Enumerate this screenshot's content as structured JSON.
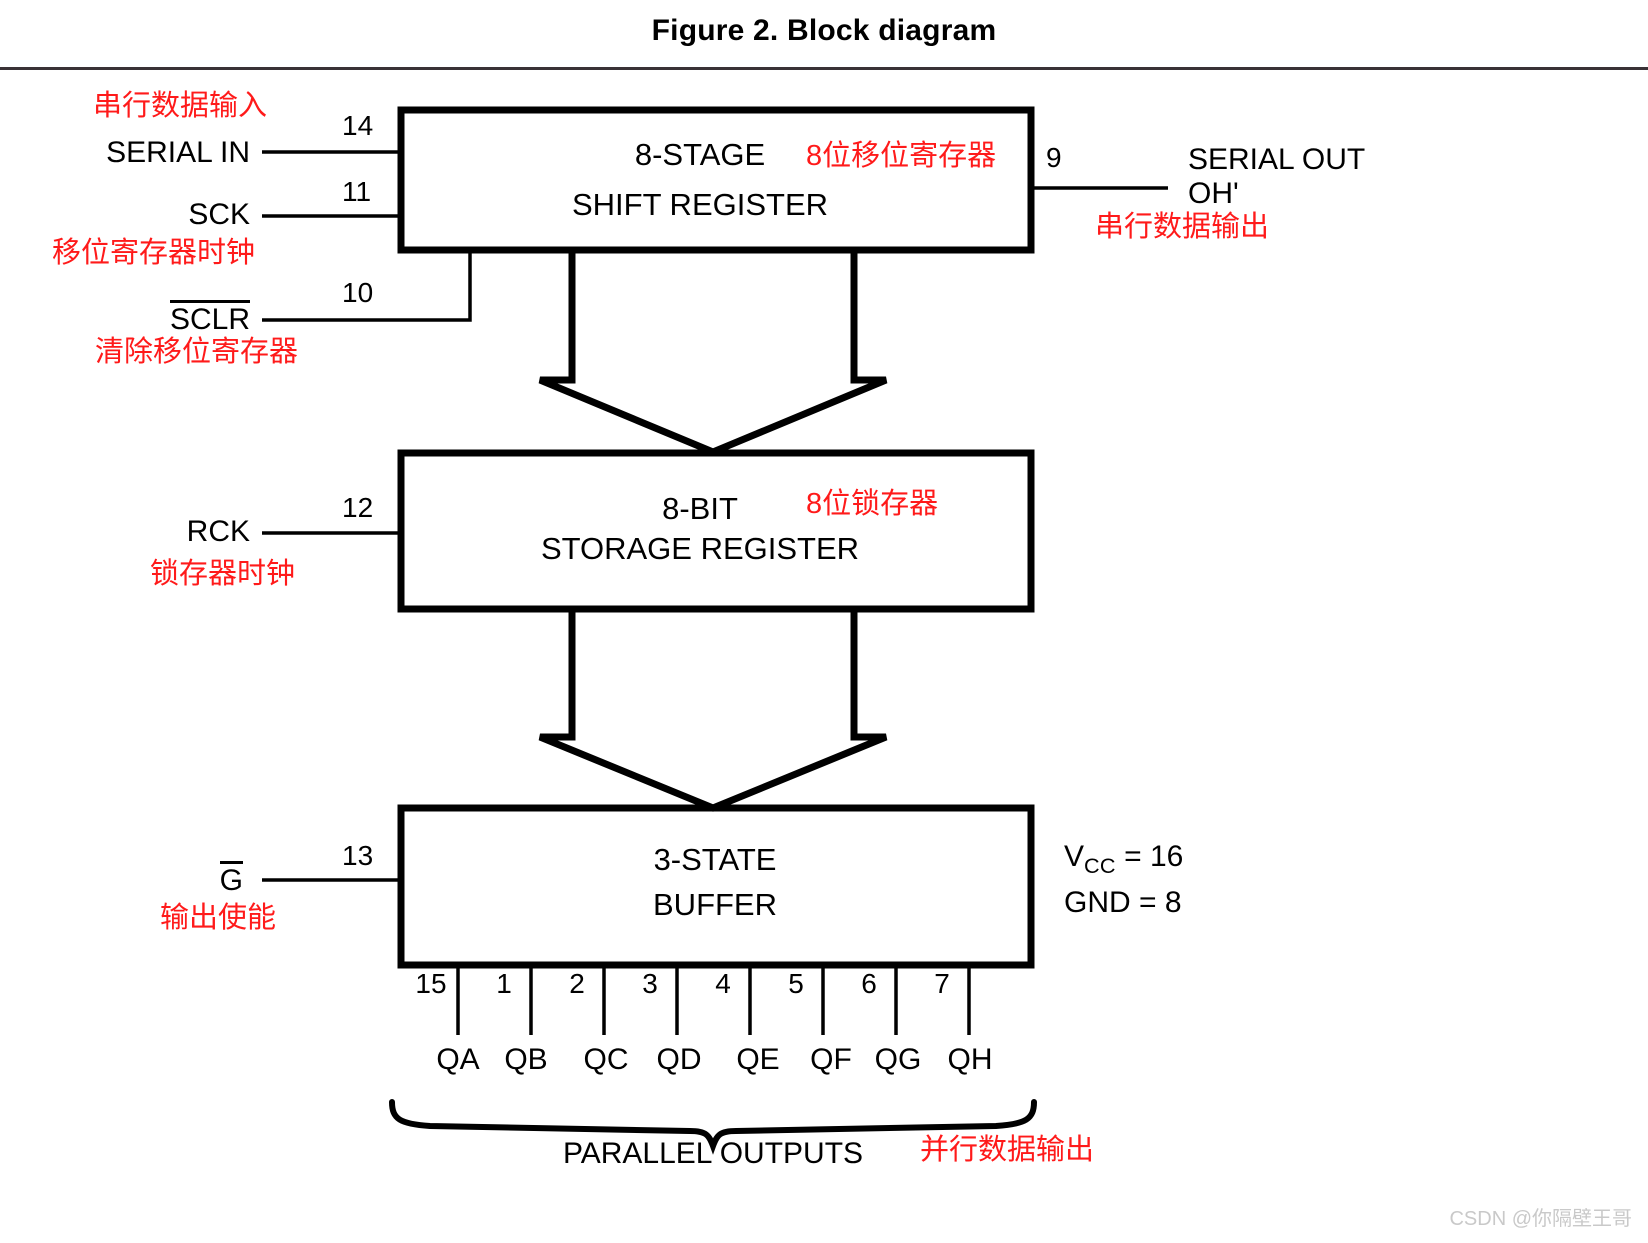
{
  "figure": {
    "title": "Figure 2. Block diagram",
    "watermark": "CSDN @你隔壁王哥"
  },
  "colors": {
    "annotation_red": "#ff1a1a",
    "line_black": "#000000",
    "background": "#ffffff",
    "watermark_gray": "#c9c9c9"
  },
  "blocks": [
    {
      "id": "shift-register",
      "line1": "8-STAGE",
      "line2": "SHIFT REGISTER",
      "annotation_cn": "8位移位寄存器"
    },
    {
      "id": "storage-register",
      "line1": "8-BIT",
      "line2": "STORAGE REGISTER",
      "annotation_cn": "8位锁存器"
    },
    {
      "id": "three-state-buffer",
      "line1": "3-STATE",
      "line2": "BUFFER",
      "annotation_cn": ""
    }
  ],
  "inputs": [
    {
      "name": "SERIAL IN",
      "pin": "14",
      "annotation_cn": "串行数据输入",
      "overline": false
    },
    {
      "name": "SCK",
      "pin": "11",
      "annotation_cn": "移位寄存器时钟",
      "overline": false
    },
    {
      "name": "SCLR",
      "pin": "10",
      "annotation_cn": "清除移位寄存器",
      "overline": true
    },
    {
      "name": "RCK",
      "pin": "12",
      "annotation_cn": "锁存器时钟",
      "overline": false
    },
    {
      "name": "G",
      "pin": "13",
      "annotation_cn": "输出使能",
      "overline": true
    }
  ],
  "outputs": {
    "serial": {
      "pin": "9",
      "line1": "SERIAL OUT",
      "line2": "OH'",
      "annotation_cn": "串行数据输出"
    },
    "parallel": {
      "caption": "PARALLEL OUTPUTS",
      "annotation_cn": "并行数据输出",
      "pins": [
        {
          "pin": "15",
          "label": "QA"
        },
        {
          "pin": "1",
          "label": "QB"
        },
        {
          "pin": "2",
          "label": "QC"
        },
        {
          "pin": "3",
          "label": "QD"
        },
        {
          "pin": "4",
          "label": "QE"
        },
        {
          "pin": "5",
          "label": "QF"
        },
        {
          "pin": "6",
          "label": "QG"
        },
        {
          "pin": "7",
          "label": "QH"
        }
      ]
    }
  },
  "power": {
    "vcc_prefix": "V",
    "vcc_sub": "CC",
    "vcc_value": " = 16",
    "gnd": "GND = 8"
  }
}
